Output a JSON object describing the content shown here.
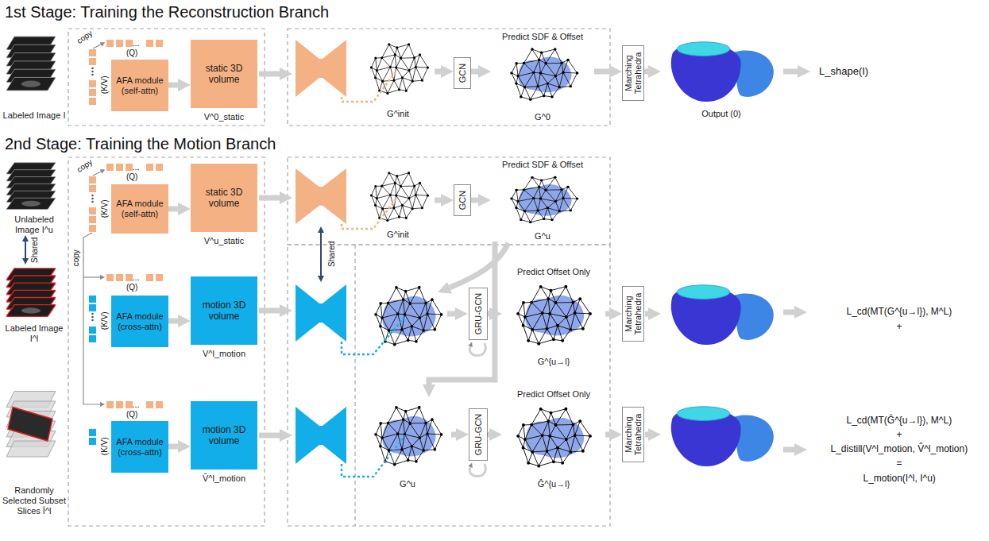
{
  "diagram": {
    "nodes": [
      {
        "text": [
          "Labeled Image I"
        ]
      },
      {
        "text": [
          "AFA module (self-attn)"
        ]
      },
      {
        "text": [
          "static 3D volume",
          "V^0_static"
        ]
      },
      {
        "text": [
          "G^init"
        ]
      },
      {
        "text": [
          "GCN"
        ]
      },
      {
        "text": [
          "Predict SDF & Offset",
          "G^0"
        ]
      },
      {
        "text": [
          "Marching Tetrahedra"
        ]
      },
      {
        "text": [
          "Output (0)"
        ]
      },
      {
        "text": [
          "Unlabeled Image I^u"
        ]
      },
      {
        "text": [
          "AFA module (self-attn)"
        ]
      },
      {
        "text": [
          "static 3D volume",
          "V^u_static"
        ]
      },
      {
        "text": [
          "G^init"
        ]
      },
      {
        "text": [
          "GCN"
        ]
      },
      {
        "text": [
          "Predict SDF & Offset",
          "G^u"
        ]
      },
      {
        "text": [
          "Labeled Image I^l"
        ]
      },
      {
        "text": [
          "AFA module (cross-attn)"
        ]
      },
      {
        "text": [
          "motion 3D volume",
          "V^l_motion"
        ]
      },
      {
        "text": [
          "GRU-GCN"
        ]
      },
      {
        "text": [
          "Predict Offset Only",
          "G^{u→l}"
        ]
      },
      {
        "text": [
          "Marching Tetrahedra"
        ]
      },
      {
        "text": [
          "Randomly Selected Subset Slices Î^l"
        ]
      },
      {
        "text": [
          "AFA module (cross-attn)"
        ]
      },
      {
        "text": [
          "motion 3D volume",
          "V̂^l_motion"
        ]
      },
      {
        "text": [
          "G^u"
        ]
      },
      {
        "text": [
          "GRU-GCN"
        ]
      },
      {
        "text": [
          "Predict Offset Only",
          "Ĝ^{u→l}"
        ]
      },
      {
        "text": [
          "Marching Tetrahedra"
        ]
      }
    ],
    "edges": [
      {
        "from": 1,
        "to": 2,
        "arrow": "to"
      },
      {
        "from": 3,
        "to": 4,
        "arrow": "to"
      },
      {
        "from": 4,
        "to": 5,
        "arrow": "to"
      },
      {
        "from": 5,
        "to": 6,
        "arrow": "to"
      },
      {
        "from": 6,
        "to": 7,
        "arrow": "to"
      },
      {
        "from": 9,
        "to": 10,
        "arrow": "to"
      },
      {
        "from": 11,
        "to": 12,
        "arrow": "to"
      },
      {
        "from": 12,
        "to": 13,
        "arrow": "to"
      },
      {
        "from": 8,
        "to": 14,
        "label": "Shared",
        "arrow": "both"
      },
      {
        "from": 13,
        "to": 23,
        "arrow": "to"
      },
      {
        "from": 15,
        "to": 16,
        "arrow": "to"
      },
      {
        "from": 17,
        "to": 18,
        "arrow": "to"
      },
      {
        "from": 18,
        "to": 19,
        "arrow": "to"
      },
      {
        "from": 21,
        "to": 22,
        "arrow": "to"
      },
      {
        "from": 23,
        "to": 24,
        "arrow": "to"
      },
      {
        "from": 24,
        "to": 25,
        "arrow": "to"
      },
      {
        "from": 25,
        "to": 26,
        "arrow": "to"
      }
    ],
    "labels": [
      "1st Stage: Training the Reconstruction Branch",
      "copy",
      "...",
      "(Q)",
      "(K/V)",
      "L_shape(I)",
      "2nd Stage: Training the Motion Branch",
      "copy",
      "...",
      "(Q)",
      "(K/V)",
      "copy",
      "...",
      "(Q)",
      "(K/V)",
      "Shared",
      "L_cd(MT(G^{u→l}), M^L)",
      "+",
      "...",
      "(Q)",
      "(K/V)",
      "L_cd(MT(Ĝ^{u→l}), M^L)",
      "+",
      "L_distill(V^l_motion, V̂^l_motion)",
      "=",
      "L_motion(I^l, I^u)"
    ]
  }
}
